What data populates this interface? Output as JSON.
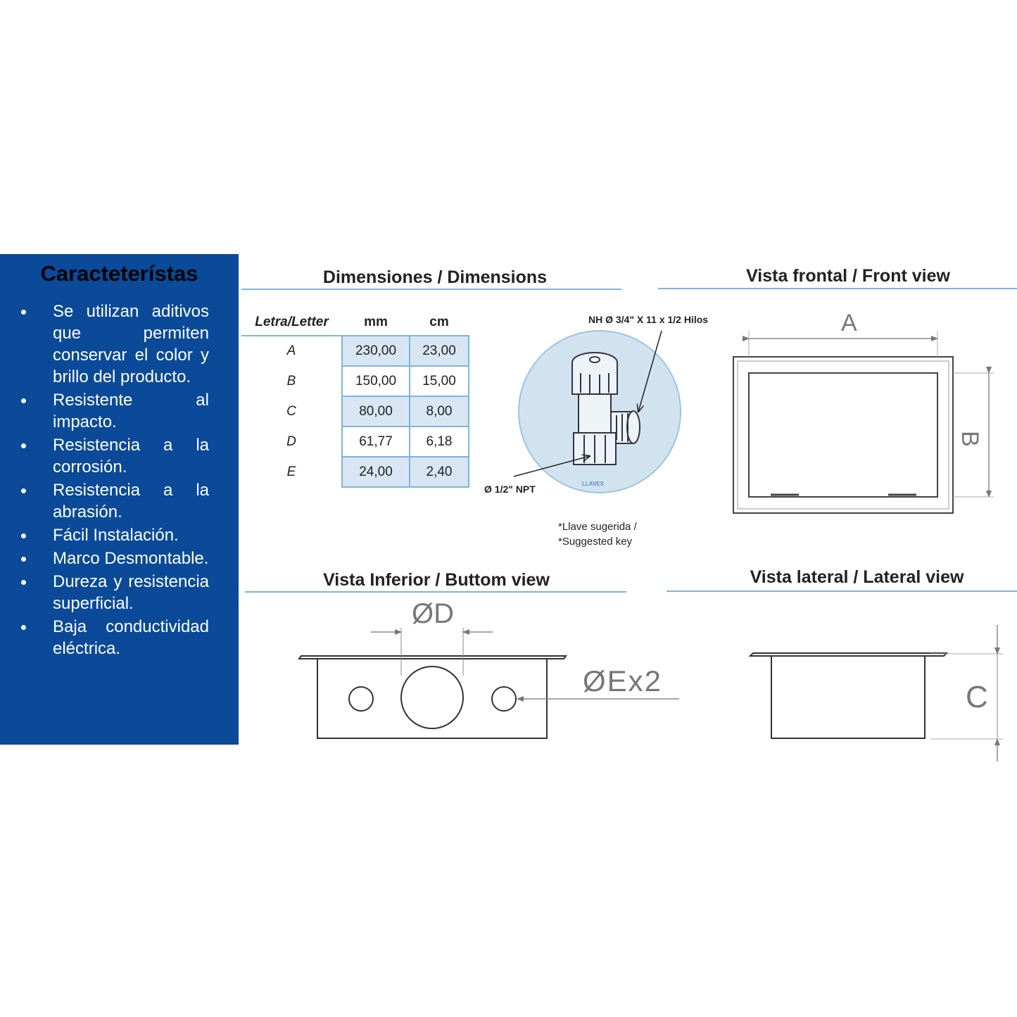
{
  "features": {
    "title": "Caracteterístas",
    "items": [
      "Se utilizan aditivos que permiten conservar el color y brillo del producto.",
      "Resistente al impacto.",
      "Resistencia a la corrosión.",
      "Resistencia a la abrasión.",
      "Fácil Instalación.",
      "Marco Desmontable.",
      "Dureza y resistencia superficial.",
      "Baja conductividad eléctrica."
    ]
  },
  "dimensions": {
    "title": "Dimensiones / Dimensions",
    "headers": [
      "Letra/Letter",
      "mm",
      "cm"
    ],
    "rows": [
      [
        "A",
        "230,00",
        "23,00"
      ],
      [
        "B",
        "150,00",
        "15,00"
      ],
      [
        "C",
        "80,00",
        "8,00"
      ],
      [
        "D",
        "61,77",
        "6,18"
      ],
      [
        "E",
        "24,00",
        "2,40"
      ]
    ]
  },
  "valve": {
    "top_label": "NH Ø 3/4\" X 11 x 1/2 Hilos",
    "bottom_label": "Ø 1/2\" NPT",
    "brand": "LLAVES",
    "note_line1": "*Llave sugerida /",
    "note_line2": "*Suggested key"
  },
  "front_view": {
    "title": "Vista frontal / Front view",
    "label_a": "A",
    "label_b": "B"
  },
  "bottom_view": {
    "title": "Vista Inferior / Buttom view",
    "label_d": "ØD",
    "label_e": "ØEx2"
  },
  "lateral_view": {
    "title": "Vista lateral / Lateral view",
    "label_c": "C"
  },
  "colors": {
    "panel": "#0a4a98",
    "rule": "#7fb4dc",
    "table_shade": "#d8e6f3"
  }
}
